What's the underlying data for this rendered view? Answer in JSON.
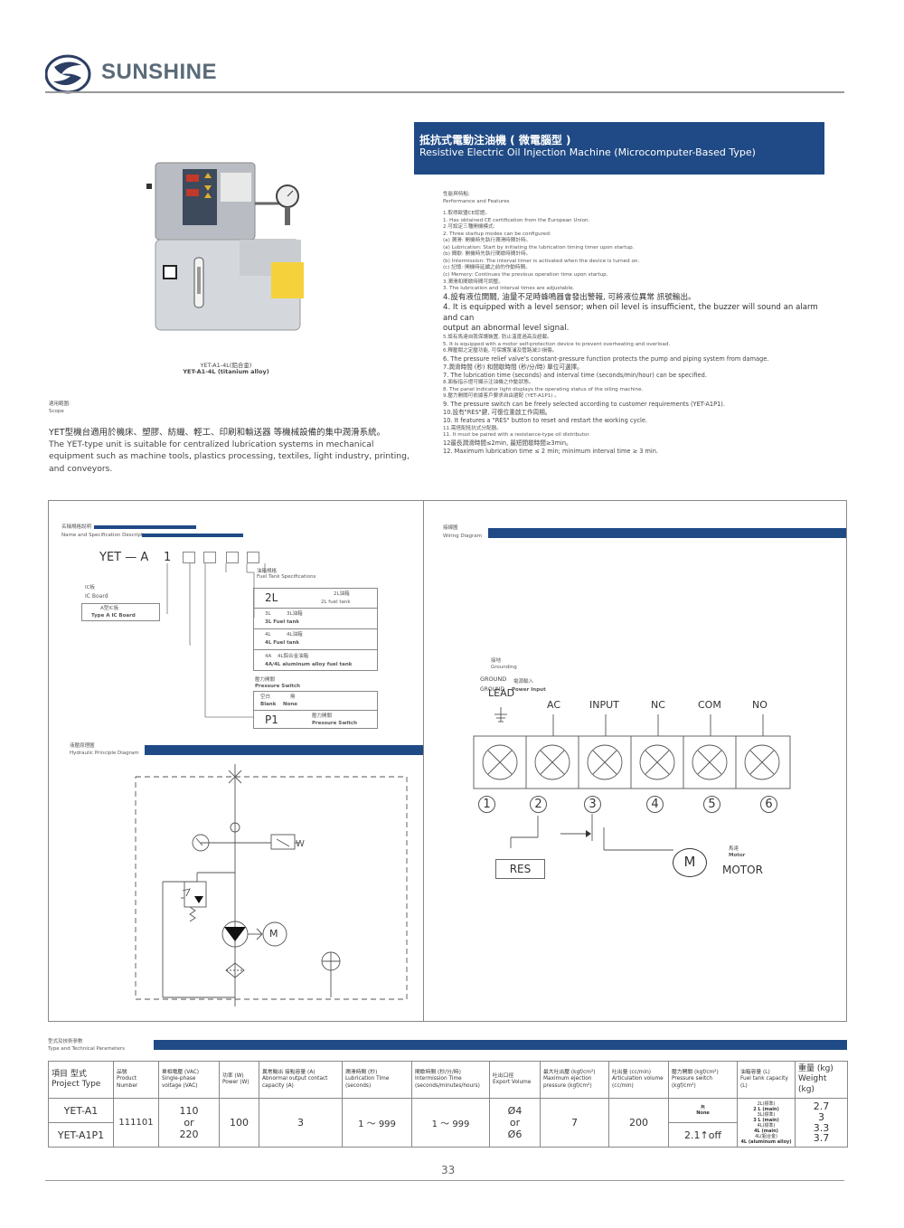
{
  "brand": {
    "name": "SUNSHINE"
  },
  "title": {
    "zh": "抵抗式電動注油機 ( 微電腦型 )",
    "en": "Resistive Electric Oil Injection Machine (Microcomputer-Based Type)"
  },
  "product": {
    "caption_zh": "YET-A1-4L(鋁合金)",
    "caption_en": "YET-A1-4L (titanium alloy)"
  },
  "features": {
    "heading_zh": "性能與特點:",
    "heading_en": "Performance and Features",
    "items": [
      {
        "t": "s",
        "v": "1.取得歐盟CE認證。"
      },
      {
        "t": "s",
        "v": "1. Has obtained CE certification from the European Union."
      },
      {
        "t": "s",
        "v": "2.可設定三種開機模式:"
      },
      {
        "t": "s",
        "v": "2. Three startup modes can be configured:"
      },
      {
        "t": "s",
        "v": "    (a) 潤滑: 開機時先執行潤滑時間計時。"
      },
      {
        "t": "s",
        "v": "    (a) Lubrication: Start by initiating the lubrication timing timer upon startup."
      },
      {
        "t": "s",
        "v": "    (b) 間歇: 開機時先執行間歇時間計時。"
      },
      {
        "t": "s",
        "v": "   (b) Intermission: The interval timer is activated when the device is turned on."
      },
      {
        "t": "s",
        "v": "    (c) 記憶: 開機時延續之前的作動時間。"
      },
      {
        "t": "s",
        "v": "    (c) Memory: Continues the previous operation time upon startup."
      },
      {
        "t": "s",
        "v": "3.潤滑和間歇時間可調整。"
      },
      {
        "t": "s",
        "v": "3. The lubrication and interval times are adjustable."
      },
      {
        "t": "l",
        "v": "4.設有液位開關, 油量不足時蜂鳴器會發出警報, 可將液位異常 訊號輸出。"
      },
      {
        "t": "l",
        "v": "4. It is equipped with a level sensor; when oil level is insufficient, the buzzer will sound an alarm and can"
      },
      {
        "t": "l",
        "v": "    output an abnormal level signal."
      },
      {
        "t": "s",
        "v": "5.設有馬達自我保護裝置, 防止溫度過高及超載。"
      },
      {
        "t": "s",
        "v": "5. It is equipped with a motor self-protection device to prevent overheating and overload."
      },
      {
        "t": "s",
        "v": "6.釋壓閥之定壓功能, 可保護泵浦及管路減少損傷。"
      },
      {
        "t": "m",
        "v": "6. The pressure relief valve's constant-pressure function protects the pump and piping system from damage."
      },
      {
        "t": "m",
        "v": "7.潤滑時間 (秒) 和間歇時間 (秒/分/時) 單位可選擇。"
      },
      {
        "t": "m",
        "v": "7. The lubrication time (seconds) and interval time (seconds/min/hour) can be specified."
      },
      {
        "t": "s",
        "v": "8.面板指示燈可顯示注油機之作動狀態。"
      },
      {
        "t": "s",
        "v": "8. The panel indicator light displays the operating status of the oiling machine."
      },
      {
        "t": "s",
        "v": "9.壓力開關可依據客戶要求自由選配 (YET-A1P1) 。"
      },
      {
        "t": "m",
        "v": "9. The pressure switch can be freely selected according to customer requirements (YET-A1P1)."
      },
      {
        "t": "m",
        "v": "10.設有\"RES\"鍵, 可復位重啟工作周期。"
      },
      {
        "t": "m",
        "v": "10. It features a \"RES\" button to reset and restart the working cycle."
      },
      {
        "t": "s",
        "v": "11.需搭配抵抗式分配器。"
      },
      {
        "t": "s",
        "v": "11. It must be paired with a resistance-type oil distributor."
      },
      {
        "t": "m",
        "v": "12最長潤滑時間≤2min, 最短間歇時間≥3min。"
      },
      {
        "t": "m",
        "v": "12. Maximum lubrication time ≤ 2 min; minimum interval time ≥ 3 min."
      }
    ]
  },
  "scope": {
    "heading_zh": "適用範圍:",
    "heading_en": "Scope",
    "zh": "YET型機台適用於機床、塑膠、紡織、輕工、印刷和輸送器 等機械設備的集中潤滑系統。",
    "en": "The YET-type unit is suitable for centralized lubrication systems in mechanical equipment such as machine tools, plastics processing, textiles, light industry, printing, and conveyors."
  },
  "naming": {
    "heading_zh": "名稱規格說明",
    "heading_en": "Name and Specification Description",
    "code_prefix": "YET — A",
    "code_one": "1",
    "tank_zh": "油箱規格",
    "tank_en": "Fuel Tank Specifications",
    "ic_zh": "IC板",
    "ic_en": "IC Board",
    "typea_zh": "A型IC板",
    "typea_en": "Type A IC Board",
    "tanks": [
      {
        "code": "2L",
        "zh": "2L油箱",
        "en": "2L fuel tank"
      },
      {
        "code": "3L",
        "zh": "3L油箱",
        "en": "3L Fuel tank"
      },
      {
        "code": "4L",
        "zh": "4L油箱",
        "en": "4L Fuel tank"
      },
      {
        "code": "4A",
        "zh": "4L鋁合金油箱",
        "en": "4A/4L aluminum alloy fuel tank"
      }
    ],
    "ps_zh": "壓力開關",
    "ps_en": "Pressure Switch",
    "blank_zh": "空白",
    "blank_en": "Blank",
    "none_zh": "無",
    "none_en": "None",
    "p1_code": "P1",
    "p1_zh": "壓力開關",
    "p1_en": "Pressure Switch"
  },
  "hydraulic": {
    "heading_zh": "液壓原理圖",
    "heading_en": "Hydraulic Principle Diagram",
    "motor": "M",
    "w": "W"
  },
  "wiring": {
    "heading_zh": "接線圖",
    "heading_en": "Wiring Diagram",
    "grounding_zh": "接地",
    "grounding_en": "Grounding",
    "ground1": "GROUND",
    "ground2": "GROUND",
    "power_zh": "電源輸入",
    "power_en": "Power Input",
    "terminals": [
      "LEAD",
      "AC",
      "INPUT",
      "NC",
      "COM",
      "NO"
    ],
    "numbers": [
      "1",
      "2",
      "3",
      "4",
      "5",
      "6"
    ],
    "res": "RES",
    "motor_symbol": "M",
    "motor_zh": "馬達",
    "motor_en": "Motor",
    "motor_label": "MOTOR"
  },
  "spec": {
    "heading_zh": "型式及技術參數",
    "heading_en": "Type and Technical Parameters",
    "headers": [
      {
        "zh": "項目 型式",
        "en": "Project Type"
      },
      {
        "zh": "品號",
        "en": "Product Number"
      },
      {
        "zh": "單相電壓 (VAC)",
        "en": "Single-phase voltage (VAC)"
      },
      {
        "zh": "功率 (W)",
        "en": "Power (W)"
      },
      {
        "zh": "異常輸出 接點容量 (A)",
        "en": "Abnormal output contact capacity (A)"
      },
      {
        "zh": "潤滑時間 (秒)",
        "en": "Lubrication Time (seconds)"
      },
      {
        "zh": "間歇時間 (秒/分/時)",
        "en": "Intermission Time (seconds/minutes/hours)"
      },
      {
        "zh": "吐出口徑",
        "en": "Export Volume"
      },
      {
        "zh": "最大吐出壓 (kgf/cm²)",
        "en": "Maximum ejection pressure (kgf/cm²)"
      },
      {
        "zh": "吐出量 (cc/min)",
        "en": "Articulation volume (cc/min)"
      },
      {
        "zh": "壓力開關 (kgf/cm²)",
        "en": "Pressure switch (kgf/cm²)"
      },
      {
        "zh": "油箱容量 (L)",
        "en": "Fuel tank capacity (L)"
      },
      {
        "zh": "重量 (kg)",
        "en": "Weight (kg)"
      }
    ],
    "models": [
      "YET-A1",
      "YET-A1P1"
    ],
    "product_number": "111101",
    "voltage": [
      "110",
      "or",
      "220"
    ],
    "power": "100",
    "contact": "3",
    "lube_time": "1 ～ 999",
    "interval_time": "1 ～ 999",
    "outlet": [
      "Ø4",
      "or",
      "Ø6"
    ],
    "max_pressure": "7",
    "volume": "200",
    "ps_none_zh": "無",
    "ps_none_en": "None",
    "ps_value": "2.1↑off",
    "tank_list": [
      "2L(標準)",
      "2 L (main)",
      "3L(標準)",
      "3 L (main)",
      "4L(標準)",
      "4L (main)",
      "4L(鋁合金)",
      "4L (aluminum alloy)"
    ],
    "weights": [
      "2.7",
      "3",
      "3.3",
      "3.7"
    ]
  },
  "page": {
    "number": "33"
  }
}
